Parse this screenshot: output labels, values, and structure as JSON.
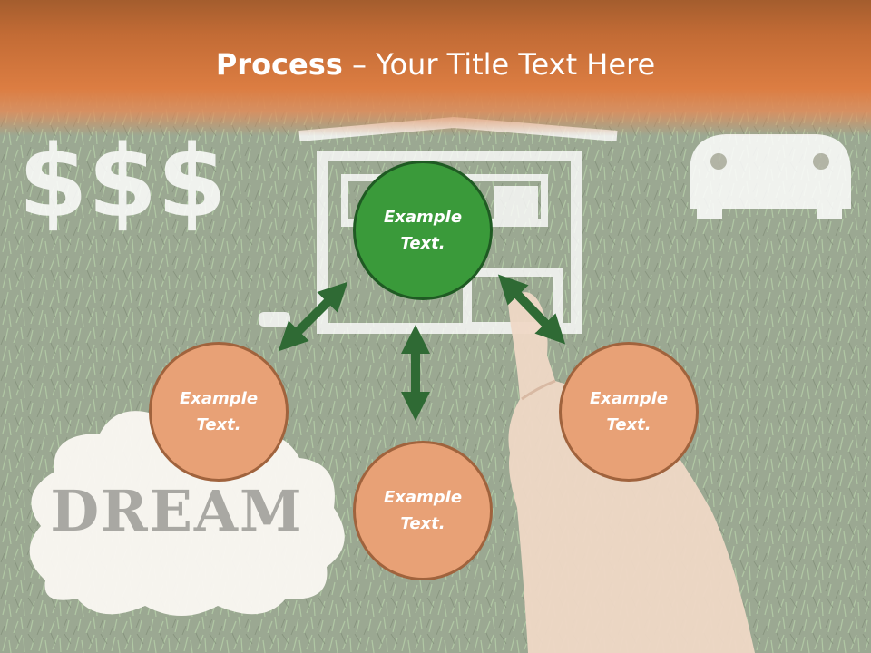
{
  "slide": {
    "title_bold": "Process",
    "title_rest": " – Your Title Text Here",
    "background_word": "DREAM",
    "background_symbols": "$$$"
  },
  "nodes": {
    "top": "Example Text.",
    "left": "Example Text.",
    "bottom": "Example Text.",
    "right": "Example Text."
  },
  "colors": {
    "header": "#dc7d42",
    "node_fill": "#e8a176",
    "node_border": "#a0633d",
    "center_fill": "#3a9a3a",
    "center_border": "#1f5a23",
    "arrow": "#2f6a34"
  }
}
